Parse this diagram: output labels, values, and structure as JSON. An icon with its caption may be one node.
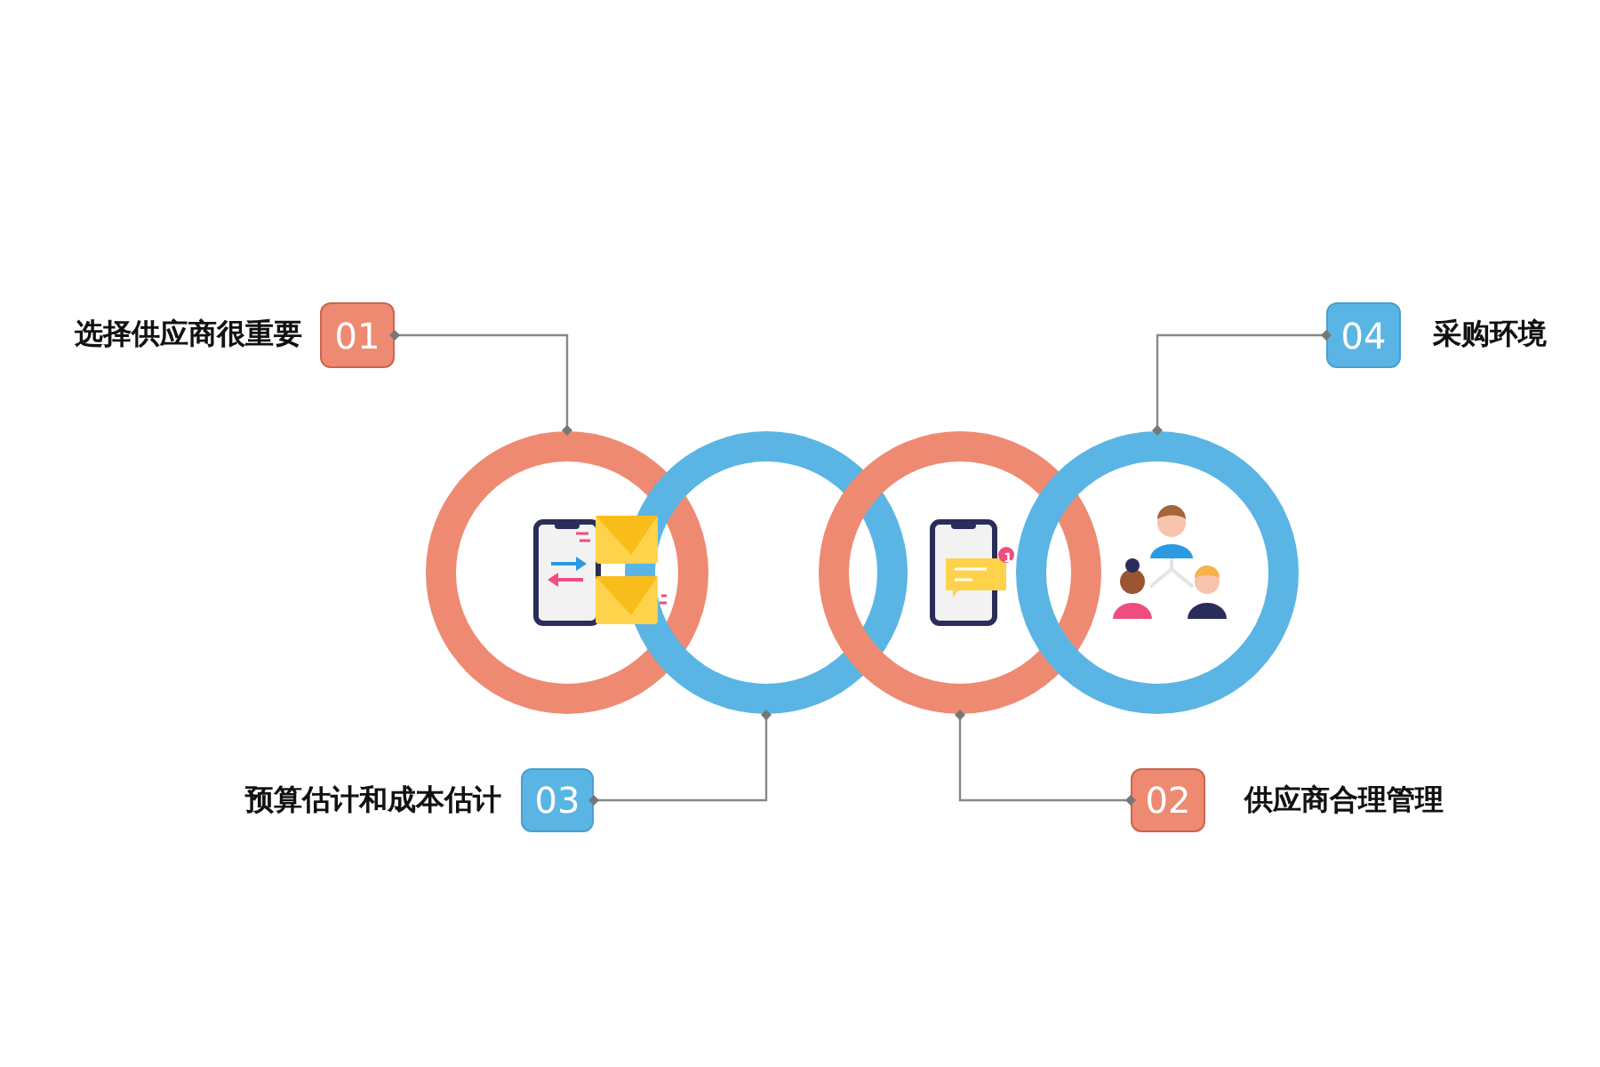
{
  "diagram": {
    "nodes": [
      {
        "text": [
          "01"
        ],
        "beside": [
          "选择供应商很重要"
        ]
      },
      {
        "text": [
          "04"
        ],
        "beside": [
          "采购环境"
        ]
      },
      {
        "text": [],
        "shape": "circle"
      },
      {
        "text": [],
        "shape": "circle"
      },
      {
        "text": [],
        "shape": "circle"
      },
      {
        "text": [],
        "shape": "circle"
      },
      {
        "text": [
          "03"
        ],
        "beside": [
          "预算估计和成本估计"
        ]
      },
      {
        "text": [
          "02"
        ],
        "beside": [
          "供应商合理管理"
        ]
      }
    ],
    "edges": [
      {
        "from": 0,
        "to": 2,
        "arrow": "other"
      },
      {
        "from": 1,
        "to": 5,
        "arrow": "other"
      },
      {
        "from": 6,
        "to": 3,
        "arrow": "other"
      },
      {
        "from": 7,
        "to": 4,
        "arrow": "other"
      }
    ],
    "labels": [
      "1"
    ]
  }
}
